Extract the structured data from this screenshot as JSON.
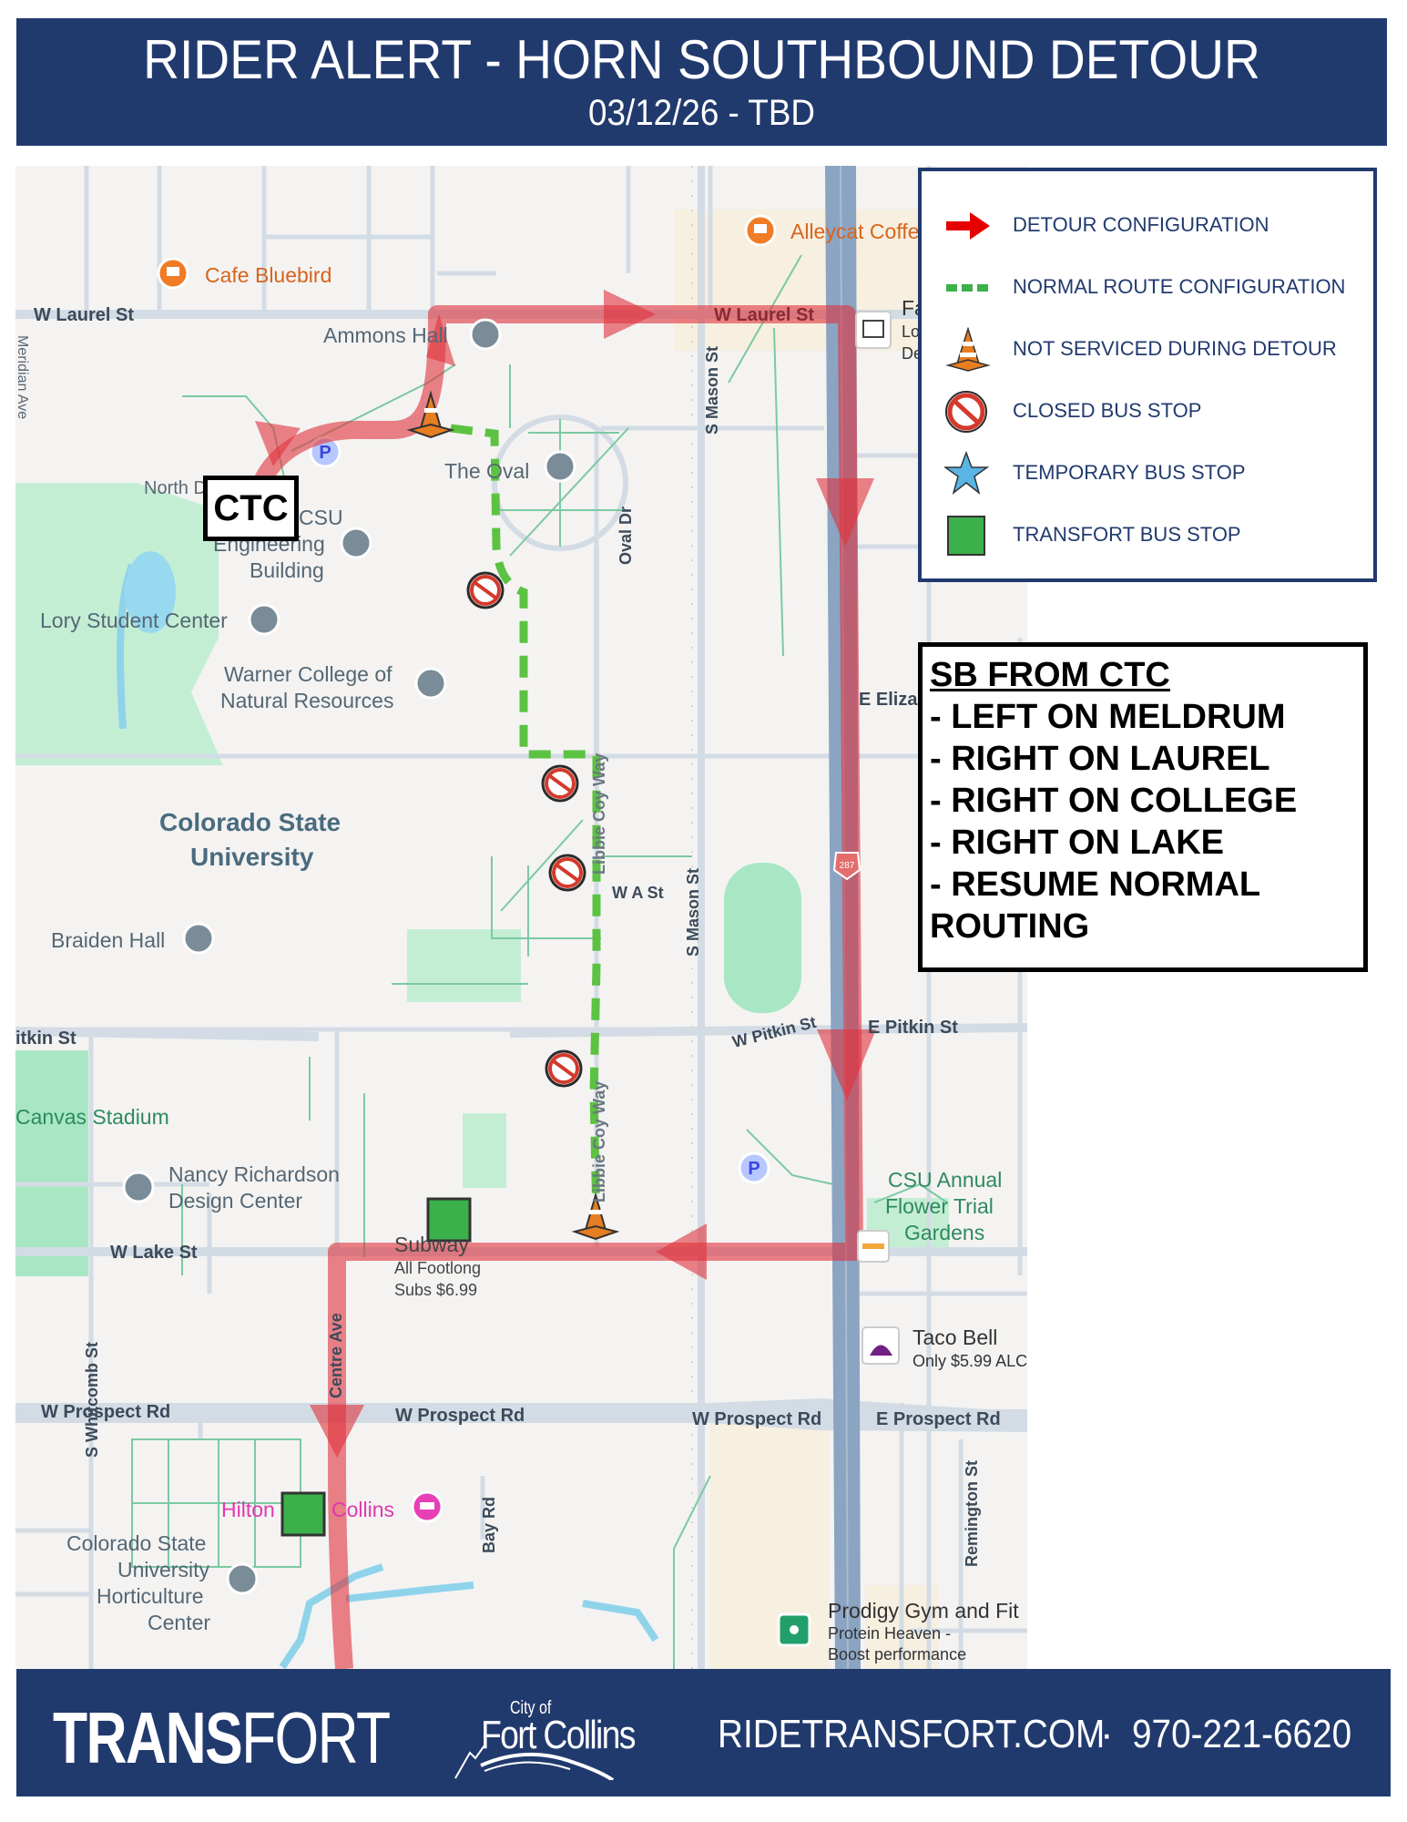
{
  "header": {
    "title": "RIDER ALERT - HORN SOUTHBOUND DETOUR",
    "dates": "03/12/26 - TBD"
  },
  "legend": {
    "items": [
      {
        "icon": "red-arrow-icon",
        "label": "DETOUR CONFIGURATION"
      },
      {
        "icon": "green-dashed-line-icon",
        "label": "NORMAL ROUTE CONFIGURATION"
      },
      {
        "icon": "traffic-cone-icon",
        "label": "NOT SERVICED DURING DETOUR"
      },
      {
        "icon": "prohibited-sign-icon",
        "label": "CLOSED BUS STOP"
      },
      {
        "icon": "blue-star-icon",
        "label": "TEMPORARY BUS STOP"
      },
      {
        "icon": "green-square-icon",
        "label": "TRANSFORT BUS STOP"
      }
    ]
  },
  "instructions": {
    "heading": "SB FROM CTC",
    "steps": [
      "- LEFT ON MELDRUM",
      "- RIGHT ON LAUREL",
      "- RIGHT ON COLLEGE",
      "- RIGHT ON LAKE",
      "- RESUME NORMAL",
      "ROUTING"
    ]
  },
  "map": {
    "ctc_label": "CTC",
    "streets": {
      "w_laurel_west": "W Laurel St",
      "w_laurel_east": "W Laurel St",
      "meridian": "Meridian Ave",
      "s_mason_north": "S Mason St",
      "s_mason_south": "S Mason St",
      "oval_dr": "Oval Dr",
      "libbie_north": "Libbie Coy Way",
      "libbie_south": "Libbie Coy Way",
      "w_a_st": "W A St",
      "e_eliza": "E Eliza",
      "pitkin_west": "itkin St",
      "w_pitkin": "W Pitkin St",
      "e_pitkin": "E Pitkin St",
      "w_lake": "W Lake St",
      "s_whitcomb": "S Whitcomb St",
      "centre_ave": "Centre Ave",
      "w_prospect_1": "W Prospect Rd",
      "w_prospect_2": "W Prospect Rd",
      "w_prospect_3": "W Prospect Rd",
      "e_prospect": "E Prospect Rd",
      "remington": "Remington St",
      "bay_rd": "Bay Rd",
      "north_d": "North D",
      "us287": "287"
    },
    "places": {
      "cafe_bluebird": "Cafe Bluebird",
      "alleycat": "Alleycat Coffe",
      "ammons": "Ammons Hall",
      "oval": "The Oval",
      "csu_eng_1": "CSU",
      "csu_eng_2": "Engineering",
      "csu_eng_3": "Building",
      "lory": "Lory Student Center",
      "warner_1": "Warner College of",
      "warner_2": "Natural Resources",
      "csu_1": "Colorado State",
      "csu_2": "University",
      "braiden": "Braiden Hall",
      "canvas": "Canvas Stadium",
      "nancy_1": "Nancy Richardson",
      "nancy_2": "Design Center",
      "subway": "Subway",
      "subway_promo_1": "All Footlong",
      "subway_promo_2": "Subs $6.99",
      "csu_flower_1": "CSU Annual",
      "csu_flower_2": "Flower Trial",
      "csu_flower_3": "Gardens",
      "taco_bell": "Taco Bell",
      "taco_promo": "Only $5.99 ALC",
      "hilton": "Hilton",
      "collins": "Collins",
      "hort_1": "Colorado State",
      "hort_2": "University",
      "hort_3": "Horticulture",
      "hort_4": "Center",
      "prodigy": "Prodigy Gym and Fit",
      "prodigy_2": "Protein Heaven -",
      "prodigy_3": "Boost performance",
      "fa_1": "Fa",
      "fa_2": "Lo",
      "fa_3": "De",
      "parking": "P"
    }
  },
  "footer": {
    "brand_bold": "TRANS",
    "brand_thin": "FORT",
    "city_of": "City of",
    "fort_collins": "Fort Collins",
    "url": "RIDETRANSFORT.COM",
    "separator": "·",
    "phone": "970-221-6620"
  },
  "colors": {
    "brand_navy": "#213a6e",
    "detour_red": "#e0323c",
    "normal_green": "#5cc242",
    "stop_green": "#3cb04a",
    "temp_star_blue": "#5ab4e6"
  }
}
